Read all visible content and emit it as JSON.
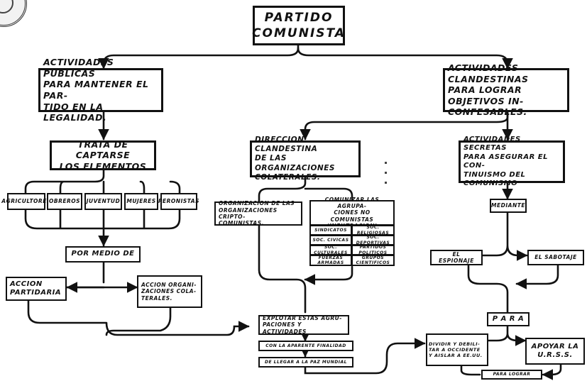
{
  "nodes": {
    "partido": "PARTIDO\nCOMUNISTA",
    "publicas": "ACTIVIDADES PUBLICAS\nPARA MANTENER EL PAR-\nTIDO EN LA LEGALIDAD.",
    "clandestinas": "ACTIVIDADES CLANDESTINAS\nPARA LOGRAR OBJETIVOS IN-\nCONFESABLES.",
    "trata": "TRATA DE CAPTARSE\nLOS ELEMENTOS",
    "agricultores": "AGRICULTORES",
    "obreros": "OBREROS",
    "juventud": "JUVENTUD",
    "mujeres": "MUJERES",
    "peronistas": "PERONISTAS",
    "por_medio": "POR MEDIO DE",
    "accion_partidaria": "ACCION\nPARTIDARIA",
    "accion_organizaciones": "ACCION ORGANI-\nZACIONES COLA-\nTERALES.",
    "direccion": "DIRECCION CLANDESTINA\nDE LAS ORGANIZACIONES\nCOLATERALES.",
    "organizacion_cripto": "ORGANIZACION DE LAS\nORGANIZACIONES CRIPTO-\nCOMUNISTAS.",
    "comunizar": "COMUNIZAR LAS AGRUPA-\nCIONES NO COMUNISTAS\n(INFILTRACION)",
    "sindicatos": "SINDICATOS",
    "soc_religiosas": "SOC. RELIGIOSAS",
    "soc_civicas": "SOC. CIVICAS",
    "soc_deportivas": "SOC. DEPORTIVAS",
    "soc_culturales": "SOC. CULTURALES",
    "partidos_politicos": "PARTIDOS POLITICOS",
    "fuerzas_armadas": "FUERZAS ARMADAS",
    "grupos_cientificos": "GRUPOS CIENTIFICOS",
    "explotar": "EXPLOTAR ESTAS AGRU-\nPACIONES Y ACTIVIDADES",
    "aparente": "CON LA APARENTE FINALIDAD",
    "llegar": "DE LLEGAR A LA PAZ MUNDIAL",
    "secretas": "ACTIVIDADES SECRETAS\nPARA ASEGURAR EL CON-\nTINUISMO DEL COMUNISMO",
    "mediante": "MEDIANTE",
    "espionaje": "EL ESPIONAJE",
    "sabotaje": "EL SABOTAJE",
    "para": "P A R A",
    "dividir": "DIVIDIR Y DEBILI-\nTAR A OCCIDENTE\nY AISLAR A EE.UU.",
    "apoyar": "APOYAR  LA\nU.R.S.S.",
    "para_lograr": "PARA LOGRAR"
  }
}
